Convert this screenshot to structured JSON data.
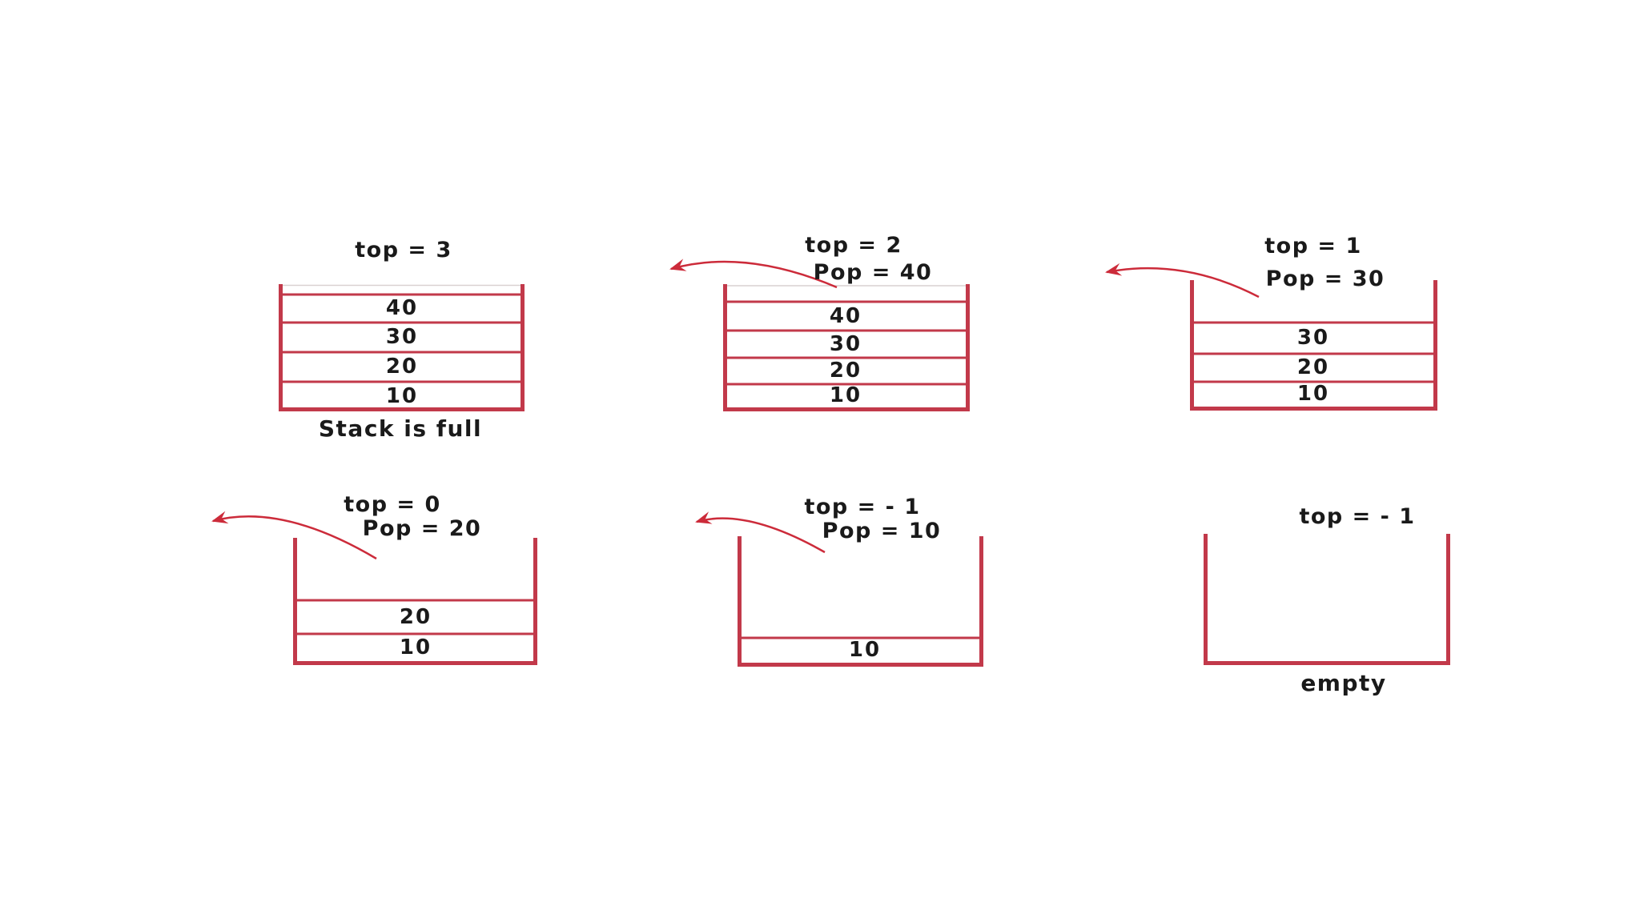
{
  "colors": {
    "structure": "#C2394A",
    "arrow": "#CC2B3A",
    "faint_top_line": "#D9D1D1",
    "text": "#1A1A1A",
    "background": "#FFFFFF"
  },
  "stacks": [
    {
      "name": "stack-full",
      "top_label": "top = 3",
      "items": [
        "40",
        "30",
        "20",
        "10"
      ],
      "caption": "Stack is full"
    },
    {
      "name": "pop-40",
      "top_label": "top = 2",
      "pop_label": "Pop = 40",
      "items": [
        "40",
        "30",
        "20",
        "10"
      ]
    },
    {
      "name": "pop-30",
      "top_label": "top = 1",
      "pop_label": "Pop = 30",
      "items": [
        "30",
        "20",
        "10"
      ]
    },
    {
      "name": "pop-20",
      "top_label": "top = 0",
      "pop_label": "Pop = 20",
      "items": [
        "20",
        "10"
      ]
    },
    {
      "name": "pop-10",
      "top_label": "top = - 1",
      "pop_label": "Pop = 10",
      "items": [
        "10"
      ]
    },
    {
      "name": "empty-stack",
      "top_label": "top = - 1",
      "items": [],
      "caption": "empty"
    }
  ]
}
